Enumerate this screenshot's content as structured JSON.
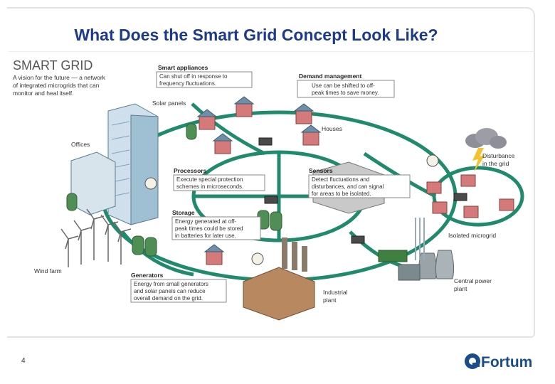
{
  "slide": {
    "title": "What Does the Smart Grid Concept Look Like?",
    "page_number": "4",
    "logo_text": "Fortum",
    "colors": {
      "title": "#1e3a8c",
      "grid_line": "#1f8a6c",
      "logo": "#1a4c8c"
    }
  },
  "diagram": {
    "heading": "SMART GRID",
    "intro": [
      "A vision for the future — a network",
      "of integrated microgrids that can",
      "monitor and heal itself."
    ],
    "callouts": {
      "smart_appliances": {
        "title": "Smart appliances",
        "lines": [
          "Can shut off in response to",
          "frequency fluctuations."
        ]
      },
      "demand_management": {
        "title": "Demand management",
        "lines": [
          "Use can be shifted to off-",
          "peak times to save money."
        ]
      },
      "processors": {
        "title": "Processors",
        "lines": [
          "Execute special protection",
          "schemes in microseconds."
        ]
      },
      "sensors": {
        "title": "Sensors",
        "lines": [
          "Detect fluctuations and",
          "disturbances, and can signal",
          "for areas to be isolated."
        ]
      },
      "storage": {
        "title": "Storage",
        "lines": [
          "Energy generated at off-",
          "peak times could be stored",
          "in batteries for later use."
        ]
      },
      "generators": {
        "title": "Generators",
        "lines": [
          "Energy from small generators",
          "and solar panels can reduce",
          "overall demand on the grid."
        ]
      }
    },
    "labels": {
      "solar_panels": "Solar panels",
      "offices": "Offices",
      "houses": "Houses",
      "wind_farm": "Wind farm",
      "disturbance": [
        "Disturbance",
        "in the grid"
      ],
      "isolated_microgrid": "Isolated microgrid",
      "central_power_plant": [
        "Central power",
        "plant"
      ],
      "industrial_plant": [
        "Industrial",
        "plant"
      ]
    }
  }
}
